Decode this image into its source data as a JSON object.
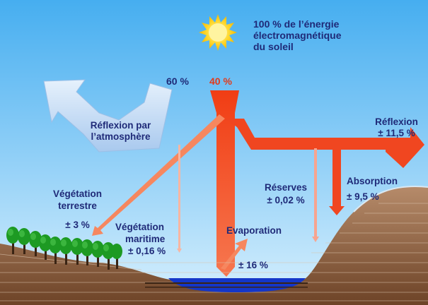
{
  "sun_label": [
    "100 % de l’énergie",
    "électromagnétique",
    "du soleil"
  ],
  "pct_reflected": "60 %",
  "pct_incoming": "40 %",
  "atmosphere_reflection": [
    "Réflexion par",
    "l’atmosphère"
  ],
  "reflection_right": [
    "Réflexion",
    "± 11,5 %"
  ],
  "absorption": [
    "Absorption",
    "± 9,5 %"
  ],
  "reserves": [
    "Réserves",
    "± 0,02 %"
  ],
  "vegetation_terrestre": [
    "Végétation",
    "terrestre",
    "± 3 %"
  ],
  "vegetation_maritime": [
    "Végétation",
    "maritime",
    "± 0,16 %"
  ],
  "evaporation": "Evaporation",
  "evaporation_pct": "± 16 %",
  "colors": {
    "sky_top": "#4fb2f0",
    "sky_bottom": "#cbeafc",
    "flow": "#ef4a1e",
    "blue_arrow": "#cfe3fa",
    "ground": "#8b5a3a",
    "water": "#1436c8",
    "text": "#1f2a78"
  }
}
